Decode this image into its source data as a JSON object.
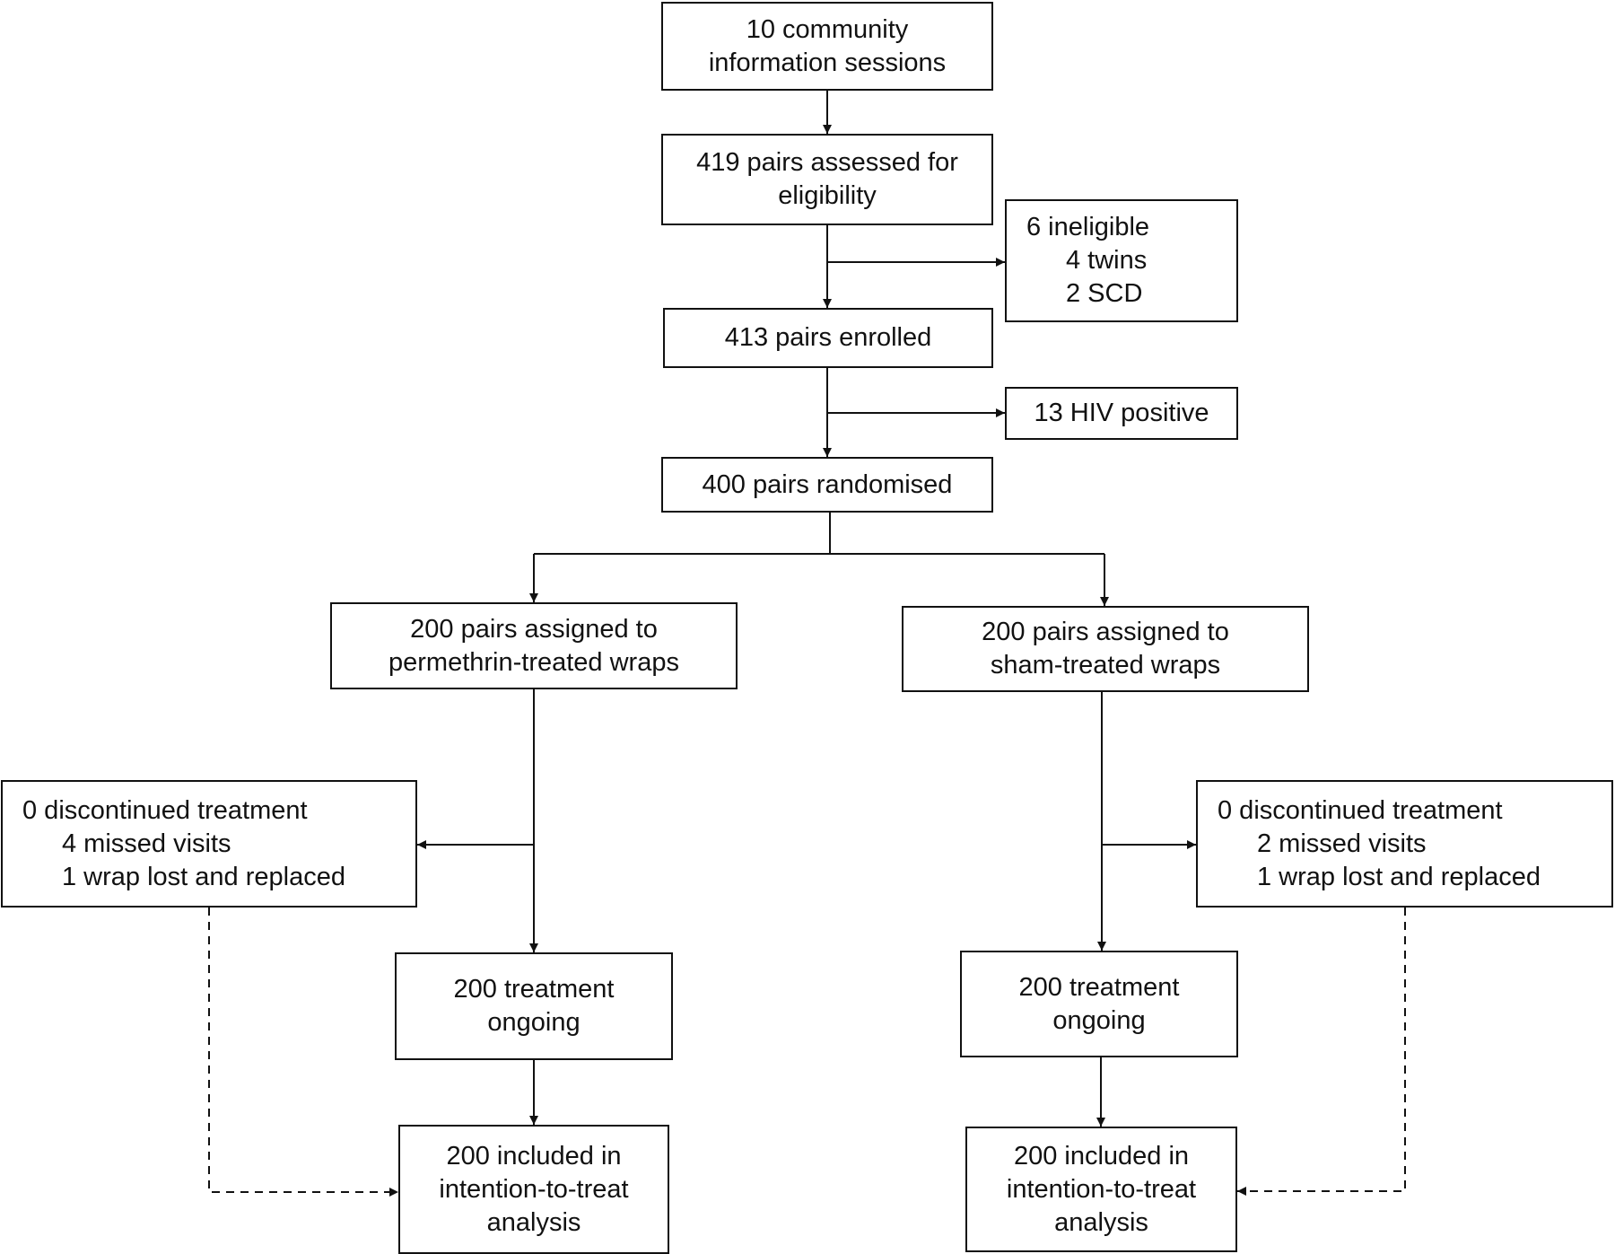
{
  "sessions": {
    "lines": [
      "10 community",
      "information sessions"
    ]
  },
  "assessed": {
    "lines": [
      "419 pairs assessed for",
      "eligibility"
    ]
  },
  "ineligible": {
    "title": "6 ineligible",
    "items": [
      "4 twins",
      "2 SCD"
    ]
  },
  "enrolled": {
    "lines": [
      "413 pairs enrolled"
    ]
  },
  "hiv": {
    "lines": [
      "13 HIV positive"
    ]
  },
  "randomised": {
    "lines": [
      "400 pairs randomised"
    ]
  },
  "arm_permethrin": {
    "assigned": {
      "lines": [
        "200 pairs assigned to",
        "permethrin-treated wraps"
      ]
    },
    "discontinued": {
      "title": "0 discontinued treatment",
      "items": [
        "4 missed visits",
        "1 wrap lost and replaced"
      ]
    },
    "ongoing": {
      "lines": [
        "200 treatment",
        "ongoing"
      ]
    },
    "itt": {
      "lines": [
        "200 included in",
        "intention-to-treat",
        "analysis"
      ]
    }
  },
  "arm_sham": {
    "assigned": {
      "lines": [
        "200 pairs assigned to",
        "sham-treated wraps"
      ]
    },
    "discontinued": {
      "title": "0 discontinued treatment",
      "items": [
        "2 missed visits",
        "1 wrap lost and replaced"
      ]
    },
    "ongoing": {
      "lines": [
        "200 treatment",
        "ongoing"
      ]
    },
    "itt": {
      "lines": [
        "200 included in",
        "intention-to-treat",
        "analysis"
      ]
    }
  }
}
